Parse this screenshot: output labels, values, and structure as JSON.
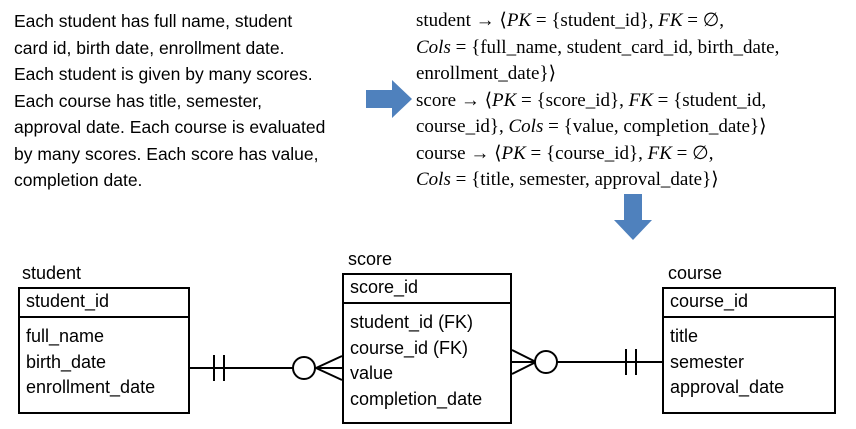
{
  "description": {
    "lines": [
      "Each student has full name, student",
      "card id, birth date, enrollment date.",
      "Each student is given by many scores.",
      "Each course has title, semester,",
      "approval date. Each course is evaluated",
      "by many scores. Each score has value,",
      "completion date."
    ]
  },
  "schema": {
    "student": {
      "name": "student",
      "pk_label": "PK",
      "pk": "{student_id}",
      "fk_label": "FK",
      "fk": "∅",
      "cols_label": "Cols",
      "cols_a": "{full_name, student_card_id, birth_date,",
      "cols_b": "enrollment_date}"
    },
    "score": {
      "name": "score",
      "pk_label": "PK",
      "pk": "{score_id}",
      "fk_label": "FK",
      "fk_a": "{student_id,",
      "fk_b": "course_id}",
      "cols_label": "Cols",
      "cols": "{value, completion_date}"
    },
    "course": {
      "name": "course",
      "pk_label": "PK",
      "pk": "{course_id}",
      "fk_label": "FK",
      "fk": "∅",
      "cols_label": "Cols",
      "cols": "{title, semester, approval_date}"
    }
  },
  "entities": {
    "student": {
      "name": "student",
      "pk": "student_id",
      "attributes": [
        "full_name",
        "birth_date",
        "enrollment_date"
      ]
    },
    "score": {
      "name": "score",
      "pk": "score_id",
      "attributes": [
        "student_id (FK)",
        "course_id (FK)",
        "value",
        "completion_date"
      ]
    },
    "course": {
      "name": "course",
      "pk": "course_id",
      "attributes": [
        "title",
        "semester",
        "approval_date"
      ]
    }
  },
  "colors": {
    "arrow": "#4f81bd",
    "line": "#000000"
  }
}
